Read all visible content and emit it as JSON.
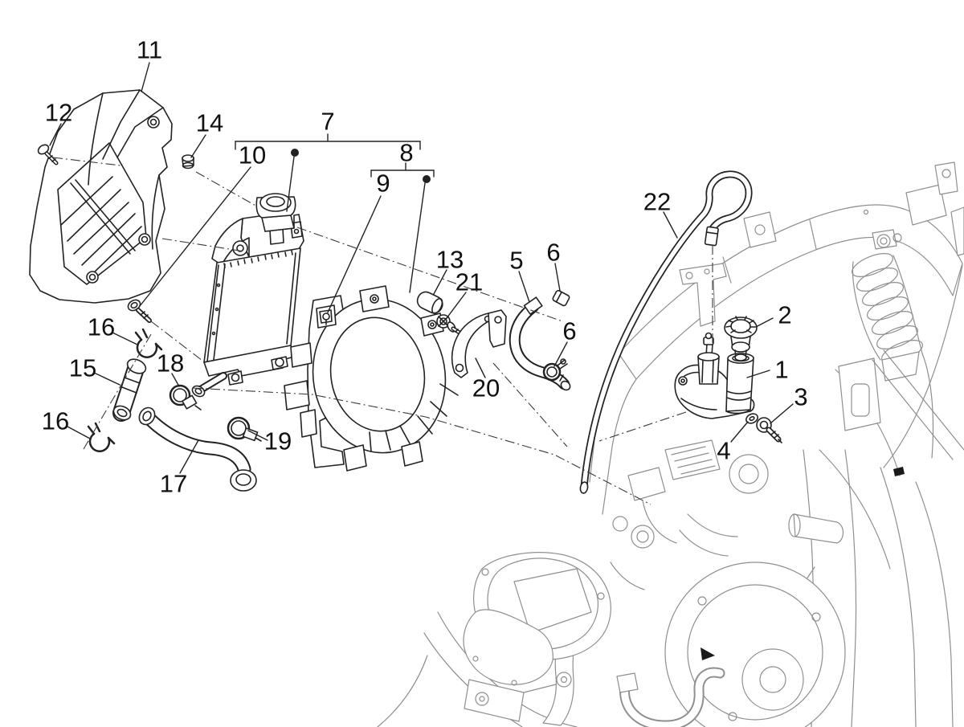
{
  "diagram": {
    "description": "Exploded parts diagram of a scooter liquid-cooling system: radiator with filler cap, fan shroud, coolant hoses, clamps, bleed tube and expansion tank with cap, drawn in dark lines above a light-gray engine and frame",
    "style": {
      "background": "#ffffff",
      "part_line_color": "#222222",
      "machinery_line_color": "#8f8f8f",
      "label_color": "#111111"
    },
    "callouts": [
      {
        "label": "11"
      },
      {
        "label": "12"
      },
      {
        "label": "14"
      },
      {
        "label": "7"
      },
      {
        "label": "10"
      },
      {
        "label": "8"
      },
      {
        "label": "9"
      },
      {
        "label": "13"
      },
      {
        "label": "21"
      },
      {
        "label": "5"
      },
      {
        "label": "6"
      },
      {
        "label": "6"
      },
      {
        "label": "22"
      },
      {
        "label": "2"
      },
      {
        "label": "1"
      },
      {
        "label": "3"
      },
      {
        "label": "4"
      },
      {
        "label": "20"
      },
      {
        "label": "16"
      },
      {
        "label": "15"
      },
      {
        "label": "18"
      },
      {
        "label": "16"
      },
      {
        "label": "17"
      },
      {
        "label": "19"
      }
    ]
  }
}
